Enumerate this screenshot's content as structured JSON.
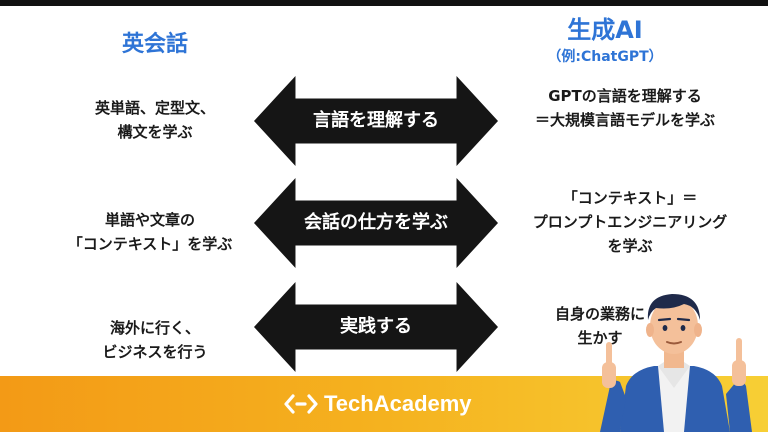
{
  "left_column": {
    "heading": "英会話",
    "rows": [
      [
        "英単語、定型文、",
        "構文を学ぶ"
      ],
      [
        "単語や文章の",
        "「コンテキスト」を学ぶ"
      ],
      [
        "海外に行く、",
        "ビジネスを行う"
      ]
    ]
  },
  "right_column": {
    "heading": "生成AI",
    "subheading": "（例:ChatGPT）",
    "rows": [
      [
        "GPTの言語を理解する",
        "＝大規模言語モデルを学ぶ"
      ],
      [
        "「コンテキスト」＝",
        "プロンプトエンジニアリング",
        "を学ぶ"
      ],
      [
        "自身の業務に",
        "生かす"
      ]
    ]
  },
  "arrows": [
    {
      "label": "言語を理解する"
    },
    {
      "label": "会話の仕方を学ぶ"
    },
    {
      "label": "実践する"
    }
  ],
  "footer": {
    "brand": "TechAcademy"
  },
  "colors": {
    "heading_blue": "#2e74d6",
    "arrow_black": "#151515",
    "band_orange": "#f39a16",
    "band_yellow": "#f7cf35"
  },
  "icons": {
    "logo": "code-brackets-icon",
    "illustration": "pointing-man-illustration"
  }
}
